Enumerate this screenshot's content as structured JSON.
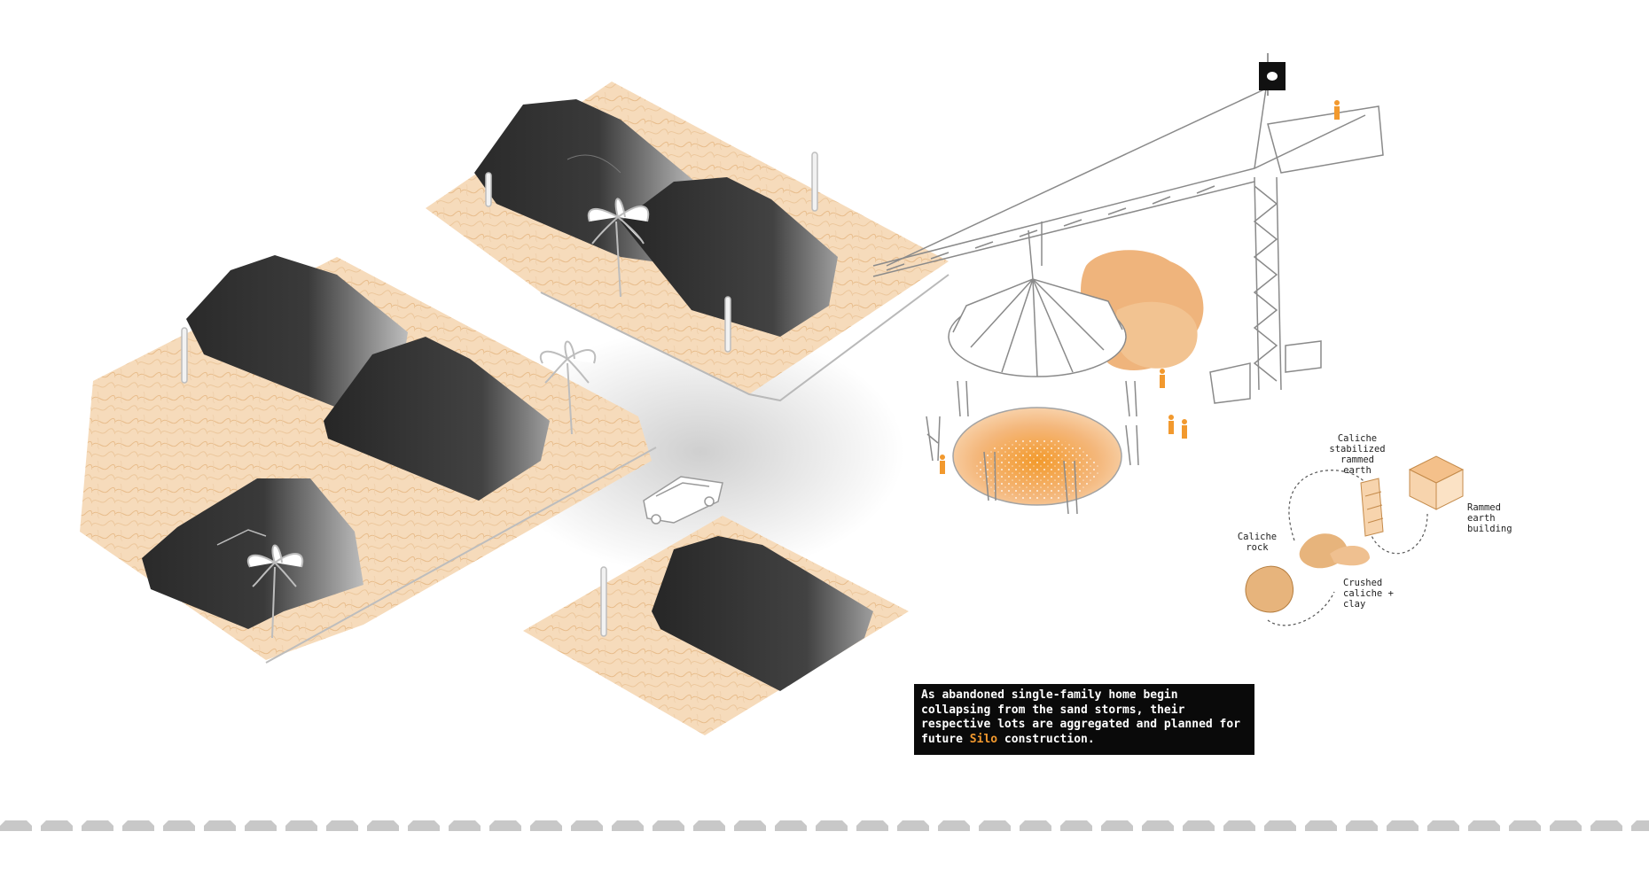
{
  "caption": {
    "before_highlight": "As abandoned single-family home begin collapsing from the sand storms, their respective lots are aggregated and planned for future ",
    "highlight": "Silo",
    "after_highlight": " construction."
  },
  "process_labels": {
    "caliche_rock": "Caliche\nrock",
    "crushed": "Crushed\ncaliche +\nclay",
    "stabilized": "Caliche\nstabilized\nrammed\nearth",
    "building": "Rammed\nearth\nbuilding"
  },
  "colors": {
    "sand": "#f5d9b8",
    "sand_line": "#e9bf8f",
    "tarp_dark": "#2b2b2b",
    "accent_orange": "#f2992e",
    "pile_orange": "#efb27a",
    "road_shadow": "#d9d9d9",
    "dash": "#c8c8c8"
  },
  "icons": [
    "crane-icon",
    "flag-icon",
    "palm-tree-icon",
    "cactus-icon",
    "car-icon",
    "worker-icon",
    "silo-pit-icon",
    "rock-icon",
    "brick-stack-icon",
    "building-icon"
  ]
}
